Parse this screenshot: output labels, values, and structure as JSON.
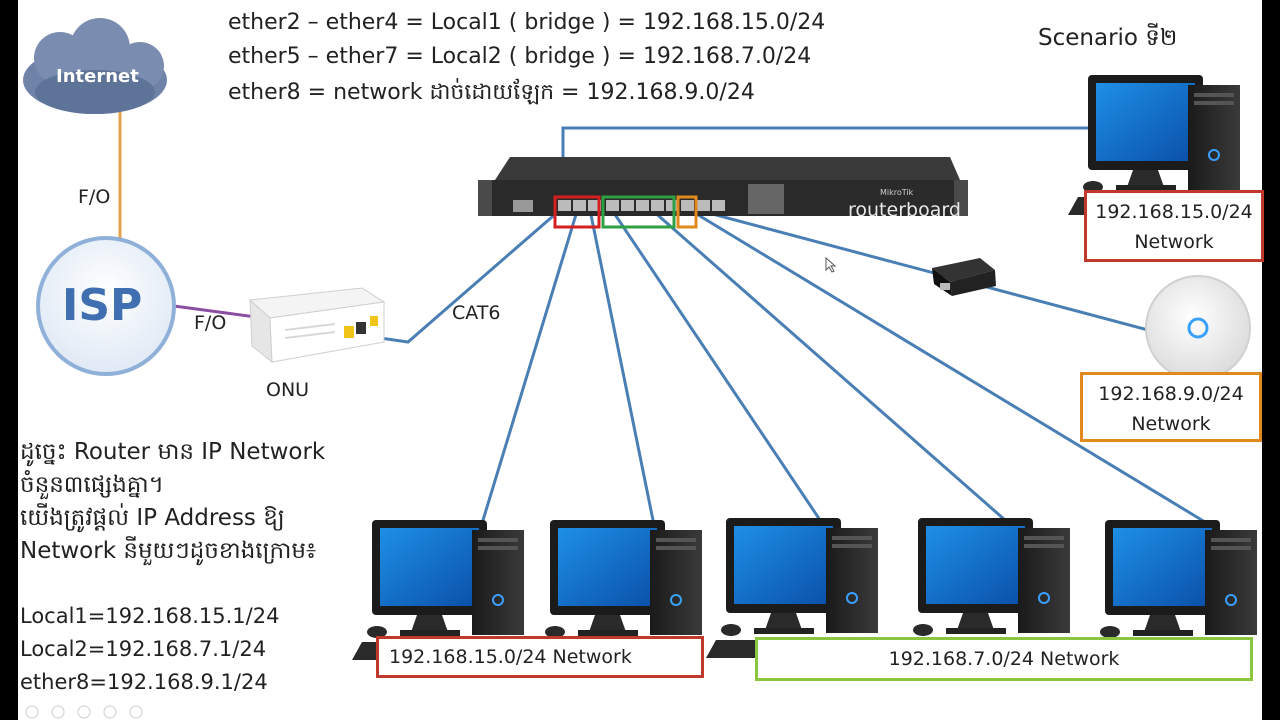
{
  "header_lines": [
    "ether2 – ether4 = Local1 ( bridge ) = 192.168.15.0/24",
    "ether5 – ether7 = Local2 ( bridge ) = 192.168.7.0/24",
    "ether8 = network ដាច់ដោយឡែក      = 192.168.9.0/24"
  ],
  "scenario_label": "Scenario ទី២",
  "internet_label": "Internet",
  "isp_label": "ISP",
  "fo_label_top": "F/O",
  "fo_label_bottom": "F/O",
  "onu_label": "ONU",
  "cat6_label": "CAT6",
  "router_brand": "routerboard",
  "router_vendor": "MikroTik",
  "description_lines": [
    "ដូច្នេះ Router មាន IP Network",
    "ចំនួន៣ផ្សេងគ្នា។",
    "យើងត្រូវផ្តល់ IP Address ឱ្យ",
    "Network នីមួយៗដូចខាងក្រោម៖"
  ],
  "ip_lines": [
    "Local1=192.168.15.1/24",
    "Local2=192.168.7.1/24",
    "ether8=192.168.9.1/24"
  ],
  "networks": {
    "right_top": {
      "ip": "192.168.15.0/24",
      "label": "Network"
    },
    "right_ap": {
      "ip": "192.168.9.0/24",
      "label": "Network"
    },
    "bottom_left": {
      "label": "192.168.15.0/24  Network"
    },
    "bottom_right": {
      "label": "192.168.7.0/24 Network"
    }
  },
  "colors": {
    "cable": "#4a7fb5",
    "fiber_orange": "#e8a04b",
    "fiber_purple": "#8a4fa3",
    "local1_box": "#c0392b",
    "local2_box": "#8cc63f",
    "ether8_box": "#e08a1e"
  }
}
